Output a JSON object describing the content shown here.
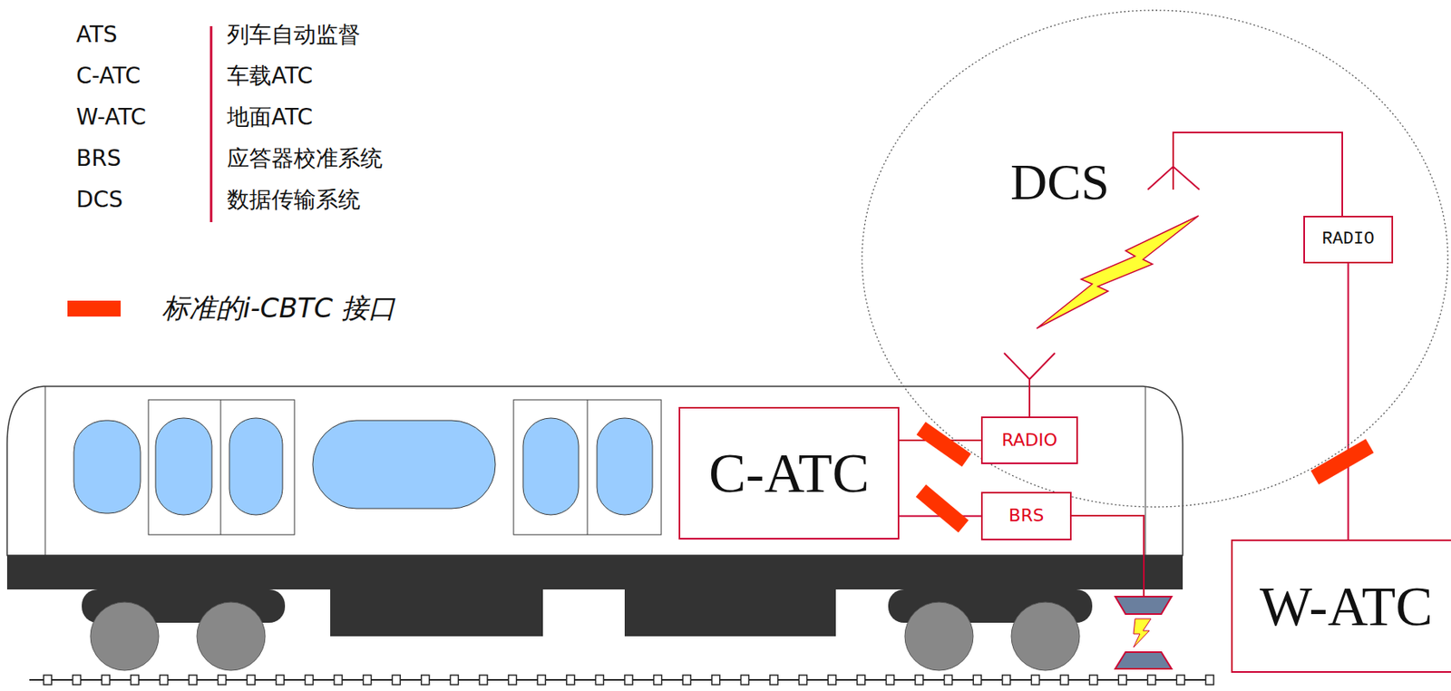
{
  "diagram": {
    "nodes": [
      {
        "text": [
          "DCS"
        ]
      },
      {
        "text": [
          "C-ATC"
        ]
      },
      {
        "text": [
          "RADIO"
        ],
        "in": 0
      },
      {
        "text": [
          "BRS"
        ]
      },
      {
        "text": [
          "RADIO"
        ],
        "in": 0
      },
      {
        "text": [
          "W-ATC"
        ]
      }
    ],
    "edges": [
      {
        "from": 1,
        "to": 2,
        "arrow": "none"
      },
      {
        "from": 1,
        "to": 3,
        "arrow": "none"
      },
      {
        "from": 4,
        "to": 5,
        "arrow": "none"
      }
    ],
    "labels": [
      "ATS",
      "列车自动监督",
      "C-ATC",
      "车载ATC",
      "W-ATC",
      "地面ATC",
      "BRS",
      "应答器校准系统",
      "DCS",
      "数据传输系统"
    ],
    "legend": [
      {
        "text": "标准的i-CBTC 接口",
        "color": "#ff3300"
      }
    ]
  }
}
